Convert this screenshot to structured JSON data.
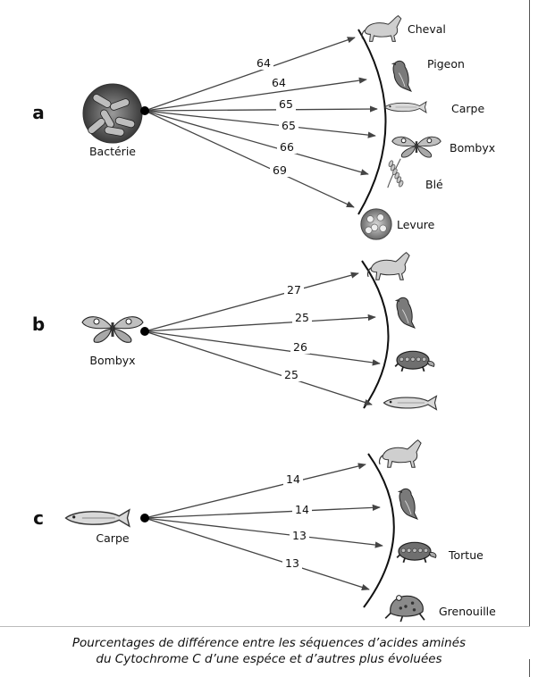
{
  "caption": {
    "line1": "Pourcentages de différence entre les séquences d’acides aminés",
    "line2": "du Cytochrome C d’une espéce et d’autres plus évoluées"
  },
  "panels": [
    {
      "letter": "a",
      "source": {
        "label": "Bactérie",
        "icon": "bacteria-icon"
      },
      "targets": [
        {
          "label": "Cheval",
          "icon": "horse-icon",
          "value": "64"
        },
        {
          "label": "Pigeon",
          "icon": "pigeon-icon",
          "value": "64"
        },
        {
          "label": "Carpe",
          "icon": "fish-icon",
          "value": "65"
        },
        {
          "label": "Bombyx",
          "icon": "moth-icon",
          "value": "65"
        },
        {
          "label": "Blé",
          "icon": "wheat-icon",
          "value": "66"
        },
        {
          "label": "Levure",
          "icon": "yeast-icon",
          "value": "69"
        }
      ]
    },
    {
      "letter": "b",
      "source": {
        "label": "Bombyx",
        "icon": "moth-icon"
      },
      "targets": [
        {
          "label": "",
          "icon": "horse-icon",
          "value": "27"
        },
        {
          "label": "",
          "icon": "pigeon-icon",
          "value": "25"
        },
        {
          "label": "",
          "icon": "turtle-icon",
          "value": "26"
        },
        {
          "label": "",
          "icon": "fish-icon",
          "value": "25"
        }
      ]
    },
    {
      "letter": "c",
      "source": {
        "label": "Carpe",
        "icon": "fish-icon"
      },
      "targets": [
        {
          "label": "",
          "icon": "horse-icon",
          "value": "14"
        },
        {
          "label": "",
          "icon": "pigeon-icon",
          "value": "14"
        },
        {
          "label": "Tortue",
          "icon": "turtle-icon",
          "value": "13"
        },
        {
          "label": "Grenouille",
          "icon": "frog-icon",
          "value": "13"
        }
      ]
    }
  ]
}
